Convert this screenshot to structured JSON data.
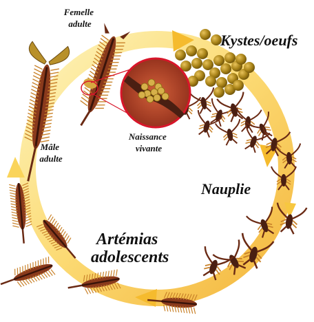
{
  "labels": {
    "female_adult_line1": "Femelle",
    "female_adult_line2": "adulte",
    "cysts": "Kystes/oeufs",
    "live_birth_line1": "Naissance",
    "live_birth_line2": "vivante",
    "male_adult_line1": "Mâle",
    "male_adult_line2": "adulte",
    "nauplius": "Nauplie",
    "adolescent_line1": "Artémias",
    "adolescent_line2": "adolescents"
  },
  "colors": {
    "arrow_light": "#fdf2b0",
    "arrow_mid": "#fbd35a",
    "arrow_dark": "#f2a91a",
    "body_dark": "#4a1f12",
    "body_mid": "#8a3a1c",
    "bristle": "#c9822a",
    "cyst": "#a88318",
    "inset_ring": "#d8162a",
    "inset_fill": "#b8472a"
  }
}
